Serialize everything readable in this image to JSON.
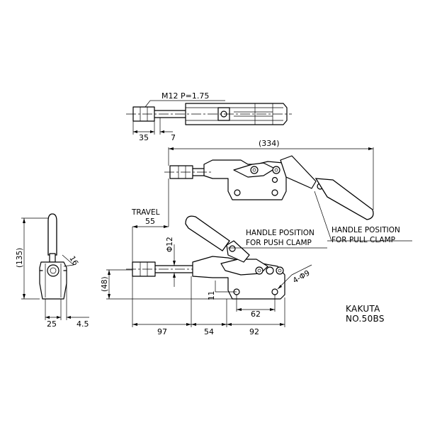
{
  "drawing": {
    "thread_spec": "M12 P=1.75",
    "dims": {
      "d35": "35",
      "d7": "7",
      "d334": "(334)",
      "travel_label": "TRAVEL",
      "d55": "55",
      "phi12": "Φ12",
      "d16": "16",
      "d135": "(135)",
      "d48": "(48)",
      "d11": "11",
      "hole_spec": "4-Φ9",
      "d62": "62",
      "d97": "97",
      "d54": "54",
      "d92": "92",
      "d25": "25",
      "d45": "4.5"
    },
    "notes": {
      "push_line1": "HANDLE POSITION",
      "push_line2": "FOR PUSH CLAMP",
      "pull_line1": "HANDLE POSITION",
      "pull_line2": "FOR PULL CLAMP"
    },
    "title_block": {
      "maker": "KAKUTA",
      "model": "NO.50BS"
    }
  }
}
